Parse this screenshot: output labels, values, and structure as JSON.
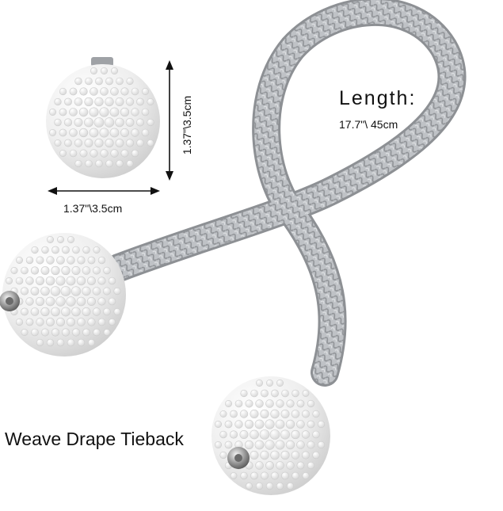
{
  "product": {
    "name": "Weave Drape Tieback"
  },
  "dimensions": {
    "length_title": "Length:",
    "length_value": "17.7\"\\ 45cm",
    "ball_width": "1.37\"\\3.5cm",
    "ball_height": "1.37\"\\3.5cm"
  },
  "colors": {
    "rope": "#b9bcc0",
    "rope_shadow": "#8d9094",
    "pearl": "#f7f7f7",
    "pearl_shadow": "#d8d8d8",
    "background": "#ffffff"
  }
}
